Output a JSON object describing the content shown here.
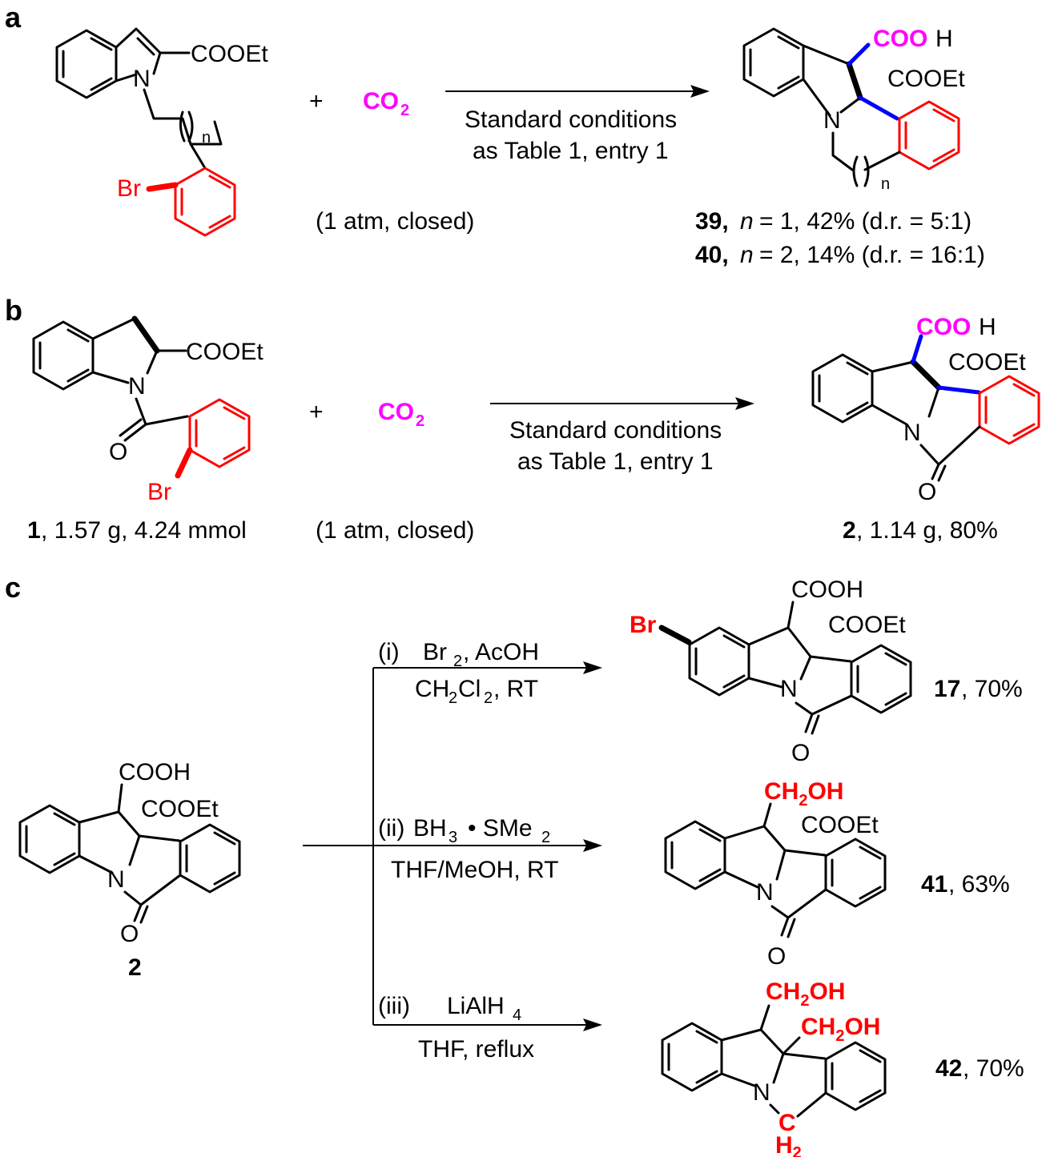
{
  "panels": {
    "a": {
      "label": "a",
      "reactant_ester": "COOEt",
      "reactant_br": "Br",
      "reactant_n": "n",
      "plus": "+",
      "co2_main": "CO",
      "co2_sub": "2",
      "conditions_line1": "Standard conditions",
      "conditions_line2": "as Table 1, entry 1",
      "pressure": "(1 atm, closed)",
      "product_cooh_mag": "COO",
      "product_cooh_h": "H",
      "product_ester": "COOEt",
      "product_n_atom": "N",
      "product_n": "n",
      "result1_id": "39,",
      "result1_n": "n",
      "result1_rest": "= 1, 42% (d.r. = 5:1)",
      "result2_id": "40,",
      "result2_n": "n",
      "result2_rest": "= 2, 14% (d.r. = 16:1)"
    },
    "b": {
      "label": "b",
      "reactant_ester": "COOEt",
      "reactant_n_atom": "N",
      "reactant_o": "O",
      "reactant_br": "Br",
      "plus": "+",
      "co2_main": "CO",
      "co2_sub": "2",
      "conditions_line1": "Standard conditions",
      "conditions_line2": "as Table 1, entry 1",
      "pressure": "(1 atm, closed)",
      "reactant_id": "1",
      "reactant_amount": ", 1.57 g, 4.24 mmol",
      "product_cooh_mag": "COO",
      "product_cooh_h": "H",
      "product_ester": "COOEt",
      "product_n_atom": "N",
      "product_o": "O",
      "product_id": "2",
      "product_amount": ", 1.14 g, 80%"
    },
    "c": {
      "label": "c",
      "start_cooh": "COOH",
      "start_ester": "COOEt",
      "start_n_atom": "N",
      "start_o": "O",
      "start_id": "2",
      "route1": {
        "step": "(i)",
        "reagent_main": "Br",
        "reagent_sub": "2",
        "reagent_rest": ", AcOH",
        "solvent_a": "CH",
        "solvent_sub1": "2",
        "solvent_b": "Cl",
        "solvent_sub2": "2",
        "solvent_rest": ", RT",
        "product_br": "Br",
        "product_cooh": "COOH",
        "product_ester": "COOEt",
        "product_n_atom": "N",
        "product_o": "O",
        "id": "17",
        "yield": ", 70%"
      },
      "route2": {
        "step": "(ii)",
        "reagent_a": "BH",
        "reagent_sub": "3",
        "reagent_b": "• SMe",
        "reagent_sub2": "2",
        "solvent": "THF/MeOH, RT",
        "product_ch2oh_a": "CH",
        "product_ch2oh_sub": "2",
        "product_ch2oh_b": "OH",
        "product_ester": "COOEt",
        "product_n_atom": "N",
        "product_o": "O",
        "id": "41",
        "yield": ", 63%"
      },
      "route3": {
        "step": "(iii)",
        "reagent_a": "LiAlH",
        "reagent_sub": "4",
        "solvent": "THF, reflux",
        "product_ch2oh_a": "CH",
        "product_ch2oh_sub": "2",
        "product_ch2oh_b": "OH",
        "product_n_atom": "N",
        "product_c": "C",
        "product_h2_a": "H",
        "product_h2_sub": "2",
        "id": "42",
        "yield": ", 70%"
      }
    }
  },
  "colors": {
    "highlight_red": "#ff0000",
    "highlight_magenta": "#ff00ff",
    "bond_blue": "#0000ff",
    "ink": "#000000"
  }
}
